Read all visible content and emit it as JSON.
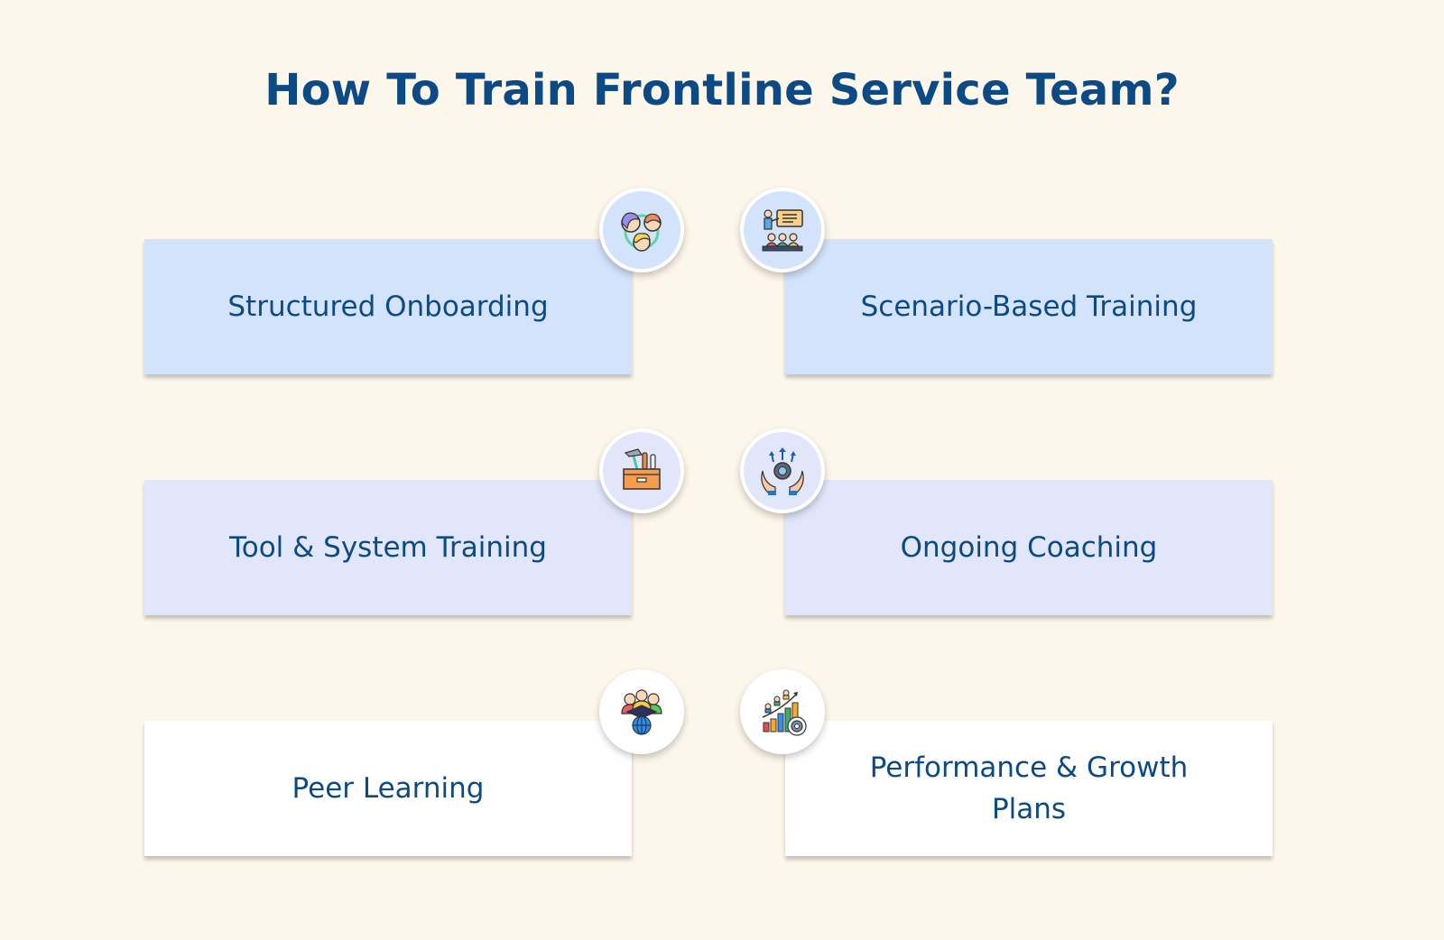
{
  "title": "How To Train Frontline Service Team?",
  "colors": {
    "background": "#fdf6ea",
    "title": "#0c4a86",
    "row1_card": "#d3e3fb",
    "row2_card": "#e2e6fb",
    "row3_card": "#ffffff"
  },
  "steps": [
    {
      "label": "Structured Onboarding",
      "icon": "team-circle-icon"
    },
    {
      "label": "Scenario-Based Training",
      "icon": "presentation-audience-icon"
    },
    {
      "label": "Tool & System Training",
      "icon": "toolbox-icon"
    },
    {
      "label": "Ongoing Coaching",
      "icon": "hands-gear-growth-icon"
    },
    {
      "label": "Peer Learning",
      "icon": "group-graduation-globe-icon"
    },
    {
      "label": "Performance & Growth Plans",
      "icon": "growth-chart-gear-icon"
    }
  ]
}
